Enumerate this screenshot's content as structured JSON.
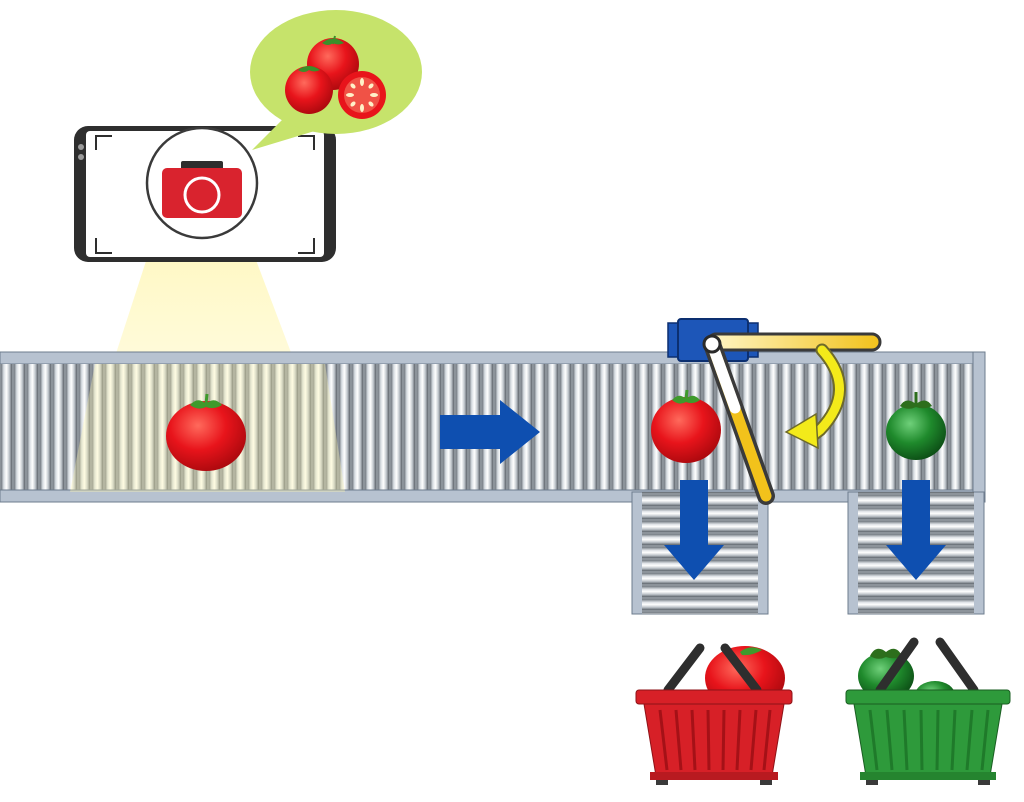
{
  "diagram": {
    "colors": {
      "background": "#ffffff",
      "tomato_red": "#e8141b",
      "tomato_green": "#1f8a2c",
      "flow_arrow": "#0e4fb0",
      "deflect_arrow": "#f3ea1a",
      "speech_bubble": "#c6e36b",
      "camera_body": "#d9232e",
      "phone_frame": "#2e2e2e",
      "camera_light": "#fff7a8",
      "servo_body": "#1d56b8",
      "arm": "#f2c21b",
      "basket_red": "#d72027",
      "basket_green": "#2e9a3b",
      "roller_light": "#e9ecef",
      "roller_dark": "#7d848c"
    },
    "elements": {
      "smartphone": "phone-camera",
      "speech_bubble": "tomato-recognition",
      "conveyor_main": "roller-conveyor",
      "tomato_inspected": "red-tomato",
      "flow_arrow": "arrow-right",
      "servo": "servo-motor",
      "sorting_arm": "sorting-arm",
      "deflect_arrow": "curved-arrow",
      "tomato_red": "red-tomato",
      "tomato_green": "green-tomato",
      "chute_red": "roller-chute",
      "chute_green": "roller-chute",
      "basket_red": "red-basket",
      "basket_green": "green-basket"
    }
  }
}
